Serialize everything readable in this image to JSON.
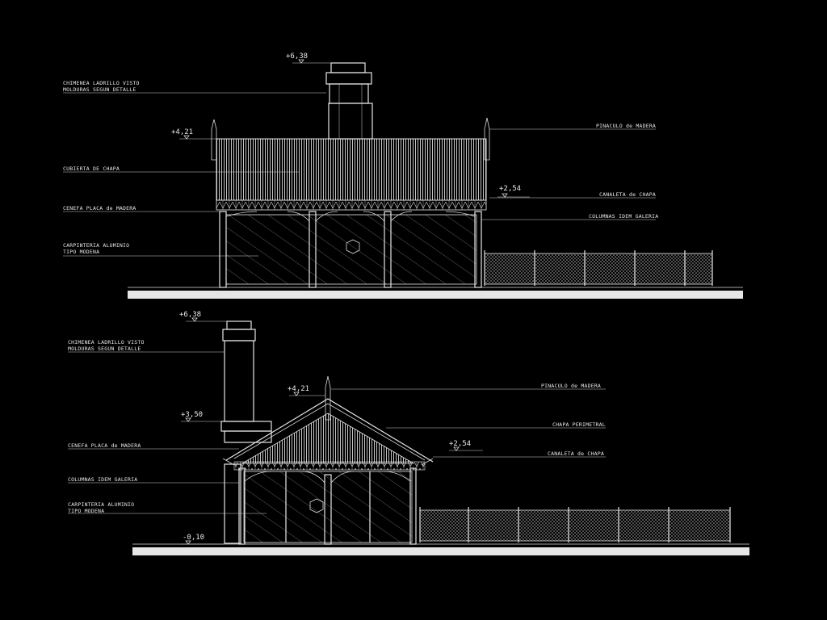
{
  "top_elevation": {
    "labels": {
      "chimenea_line1": "CHIMENEA LADRILLO VISTO",
      "chimenea_line2": "MOLDURAS SEGUN DETALLE",
      "cubierta": "CUBIERTA DE CHAPA",
      "cenefa": "CENEFA PLACA de MADERA",
      "carpinteria_line1": "CARPINTERIA ALUMINIO",
      "carpinteria_line2": "TIPO MODENA",
      "pinaculo": "PINACULO de MADERA",
      "canaleta": "CANALETA de CHAPA",
      "columnas": "COLUMNAS IDEM GALERIA"
    },
    "levels": {
      "chimney_top": "+6,38",
      "ridge": "+4,21",
      "gutter": "+2,54"
    }
  },
  "bottom_elevation": {
    "labels": {
      "chimenea_line1": "CHIMENEA LADRILLO VISTO",
      "chimenea_line2": "MOLDURAS SEGUN DETALLE",
      "pinaculo": "PINACULO de MADERA",
      "chapa": "CHAPA PERIMETRAL",
      "canaleta": "CANALETA de CHAPA",
      "cenefa": "CENEFA PLACA de MADERA",
      "columnas": "COLUMNAS IDEM GALERIA",
      "carpinteria_line1": "CARPINTERIA ALUMINIO",
      "carpinteria_line2": "TIPO MODENA"
    },
    "levels": {
      "chimney_top": "+6,38",
      "ridge": "+4,21",
      "eave": "+3,50",
      "gutter": "+2,54",
      "floor": "-0,10"
    }
  },
  "colors": {
    "background": "#000000",
    "linework": "#e0e0e0"
  }
}
